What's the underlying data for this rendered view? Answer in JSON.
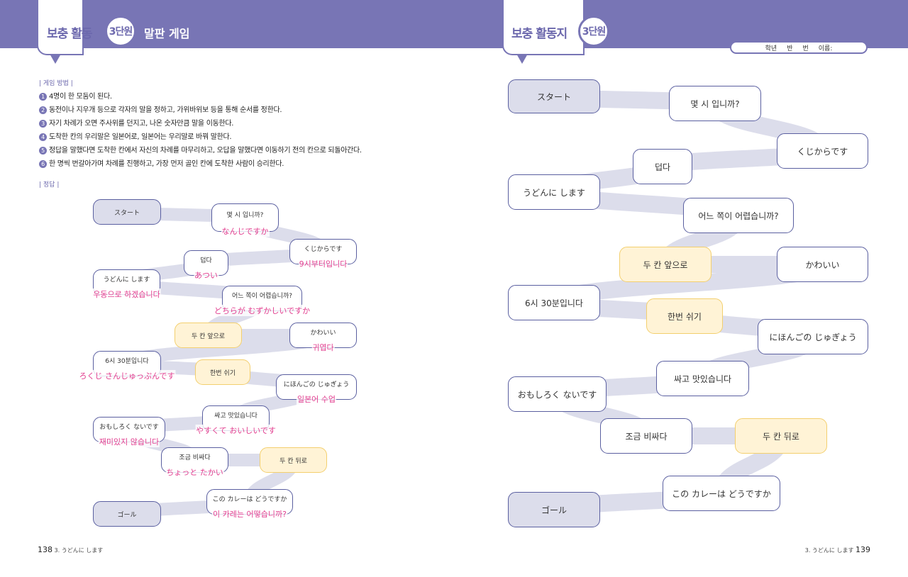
{
  "colors": {
    "accent": "#7875b5",
    "answer": "#e23e8f",
    "track": "#dcddeb",
    "special": "#fff3d6"
  },
  "left": {
    "header": {
      "title": "보충 활동",
      "unit": "3단원",
      "subtitle": "말판 게임"
    },
    "rules_heading": "| 게임 방법 |",
    "rules": [
      {
        "n": "1",
        "text": "4명이 한 모둠이 된다."
      },
      {
        "n": "2",
        "text": "동전이나 지우개 등으로 각자의 말을 정하고, 가위바위보 등을 통해 순서를 정한다."
      },
      {
        "n": "3",
        "text": "자기 차례가 오면 주사위를 던지고, 나온 숫자만큼 말을 이동한다."
      },
      {
        "n": "4",
        "text": "도착한 칸의 우리말은 일본어로, 일본어는 우리말로 바꿔 말한다."
      },
      {
        "n": "5",
        "text": "정답을 말했다면 도착한 칸에서 자신의 차례를 마무리하고, 오답을 말했다면 이동하기 전의 칸으로 되돌아간다."
      },
      {
        "n": "6",
        "text": "한 명씩 번갈아가며 차례를 진행하고, 가장 먼저 골인 칸에 도착한 사람이 승리한다."
      }
    ],
    "answer_heading": "| 정답 |",
    "footer": {
      "page": "138",
      "chapter": "3. うどんに します"
    }
  },
  "right": {
    "header": {
      "title": "보충 활동지",
      "unit": "3단원"
    },
    "name_bar": [
      "학년",
      "반",
      "번",
      "이름:"
    ],
    "footer": {
      "page": "139",
      "chapter": "3. うどんに します"
    }
  },
  "board": [
    {
      "q": "スタート",
      "type": "start"
    },
    {
      "q": "몇 시 입니까?",
      "a": "なんじですか"
    },
    {
      "q": "くじからです",
      "a": "9시부터입니다"
    },
    {
      "q": "덥다",
      "a": "あつい"
    },
    {
      "q": "うどんに します",
      "a": "우동으로 하겠습니다"
    },
    {
      "q": "어느 쪽이 어렵습니까?",
      "a": "どちらが むずかしいですか"
    },
    {
      "q": "두 칸 앞으로",
      "type": "special"
    },
    {
      "q": "かわいい",
      "a": "귀엽다"
    },
    {
      "q": "6시 30분입니다",
      "a": "ろくじ さんじゅっぷんです"
    },
    {
      "q": "한번 쉬기",
      "type": "special"
    },
    {
      "q": "にほんごの じゅぎょう",
      "a": "일본어 수업"
    },
    {
      "q": "싸고 맛있습니다",
      "a": "やすくて おいしいです"
    },
    {
      "q": "おもしろく ないです",
      "a": "재미있지 않습니다"
    },
    {
      "q": "조금 비싸다",
      "a": "ちょっと たかい"
    },
    {
      "q": "두 칸 뒤로",
      "type": "special"
    },
    {
      "q": "この カレーは どうですか",
      "a": "이 카레는 어떻습니까?"
    },
    {
      "q": "ゴール",
      "type": "start"
    }
  ]
}
